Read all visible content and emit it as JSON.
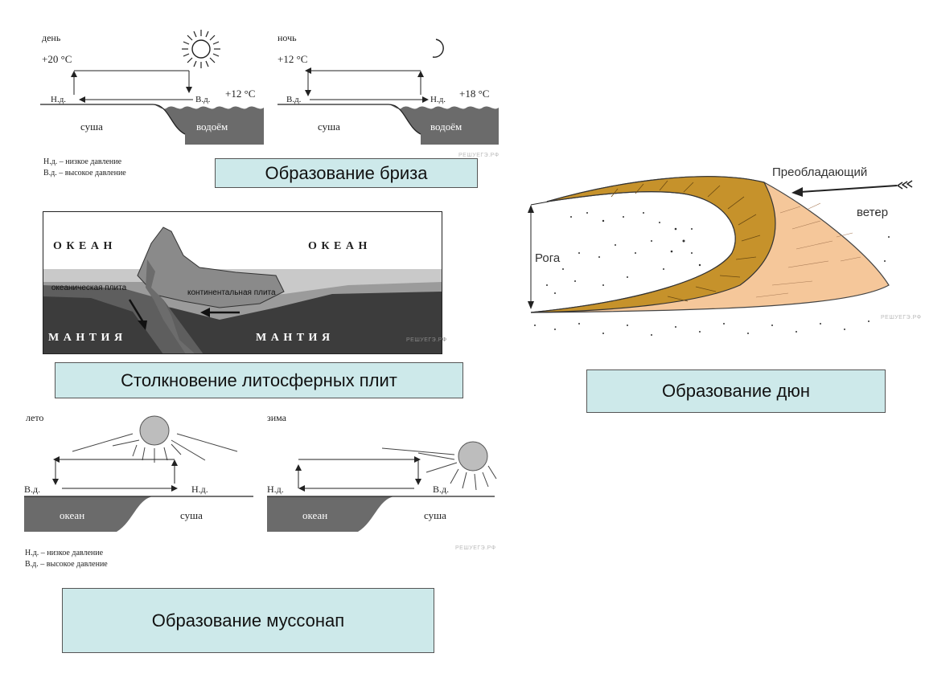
{
  "breeze": {
    "day": {
      "title": "день",
      "land_temp": "+20 °C",
      "water_temp": "+12 °C",
      "left_pressure": "Н.д.",
      "right_pressure": "В.д.",
      "land": "суша",
      "water": "водоём",
      "icon": "sun-icon"
    },
    "night": {
      "title": "ночь",
      "land_temp": "+12 °C",
      "water_temp": "+18 °C",
      "left_pressure": "В.д.",
      "right_pressure": "Н.д.",
      "land": "суша",
      "water": "водоём",
      "icon": "moon-icon"
    },
    "legend_low": "Н.д. – низкое давление",
    "legend_high": "В.д. – высокое давление",
    "watermark": "РЕШУЕГЭ.РФ",
    "caption": "Образование бриза"
  },
  "plates": {
    "ocean_left": "О К Е А Н",
    "ocean_right": "О К Е А Н",
    "oceanic_plate": "океаническая плита",
    "continental_plate": "континентальная плита",
    "mantle_left": "М А Н Т И Я",
    "mantle_right": "М А Н Т И Я",
    "watermark": "РЕШУЕГЭ.РФ",
    "caption": "Столкновение литосферных плит"
  },
  "monsoon": {
    "summer": {
      "title": "лето",
      "left_pressure": "В.д.",
      "right_pressure": "Н.д.",
      "ocean": "океан",
      "land": "суша"
    },
    "winter": {
      "title": "зима",
      "left_pressure": "Н.д.",
      "right_pressure": "В.д.",
      "ocean": "океан",
      "land": "суша"
    },
    "legend_low": "Н.д. – низкое давление",
    "legend_high": "В.д. – высокое давление",
    "watermark": "РЕШУЕГЭ.РФ",
    "caption": "Образование муссонап"
  },
  "dunes": {
    "wind_line1": "Преобладающий",
    "wind_line2": "ветер",
    "horns": "Рога",
    "watermark": "РЕШУЕГЭ.РФ",
    "caption": "Образование дюн",
    "colors": {
      "dark": "#c6922b",
      "light": "#f5c79a"
    }
  }
}
